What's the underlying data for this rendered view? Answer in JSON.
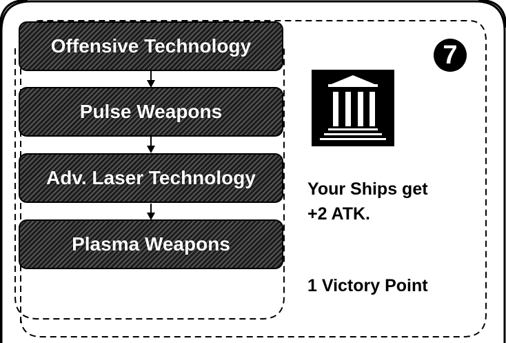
{
  "card": {
    "tech_chain": [
      {
        "label": "Offensive Technology"
      },
      {
        "label": "Pulse Weapons"
      },
      {
        "label": "Adv. Laser Technology"
      },
      {
        "label": "Plasma Weapons"
      }
    ],
    "cost_badge": "7",
    "icon": "temple-icon",
    "effect_text": "Your Ships get +2 ATK.",
    "effect_line1": "Your Ships get",
    "effect_line2": "+2 ATK.",
    "victory_points": "1 Victory Point"
  }
}
